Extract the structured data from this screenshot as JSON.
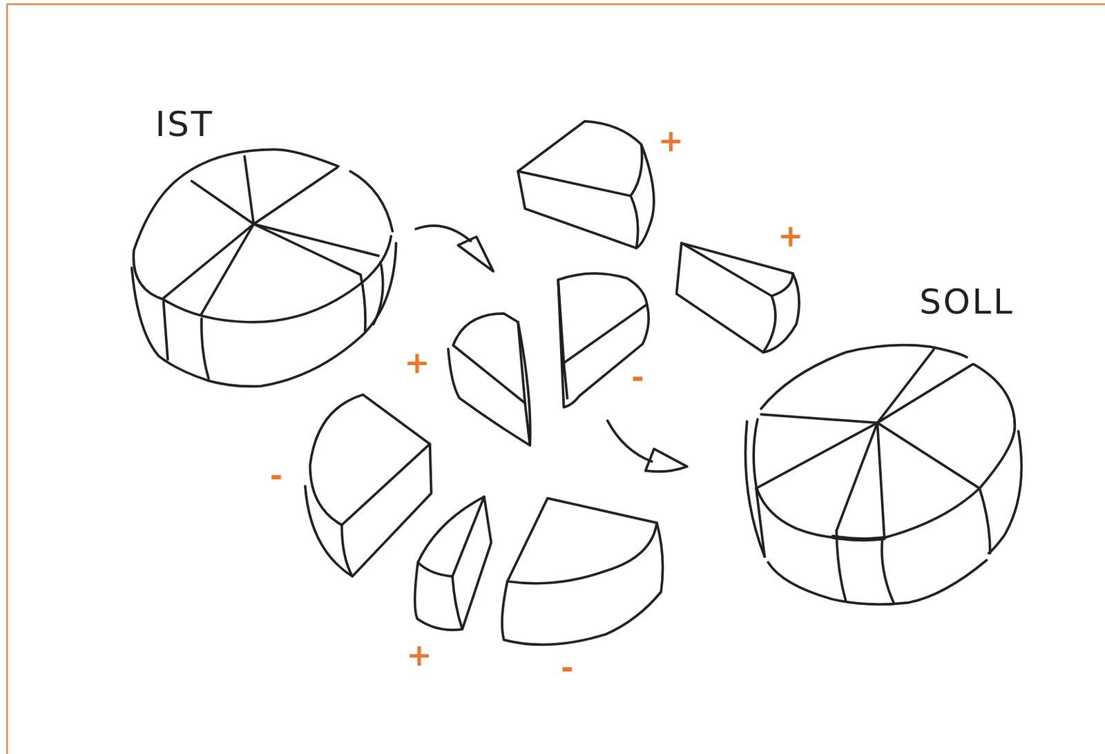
{
  "diagram": {
    "labels": [
      "IST",
      "+",
      "+",
      "+",
      "-",
      "-",
      "+",
      "-",
      "SOLL"
    ]
  }
}
